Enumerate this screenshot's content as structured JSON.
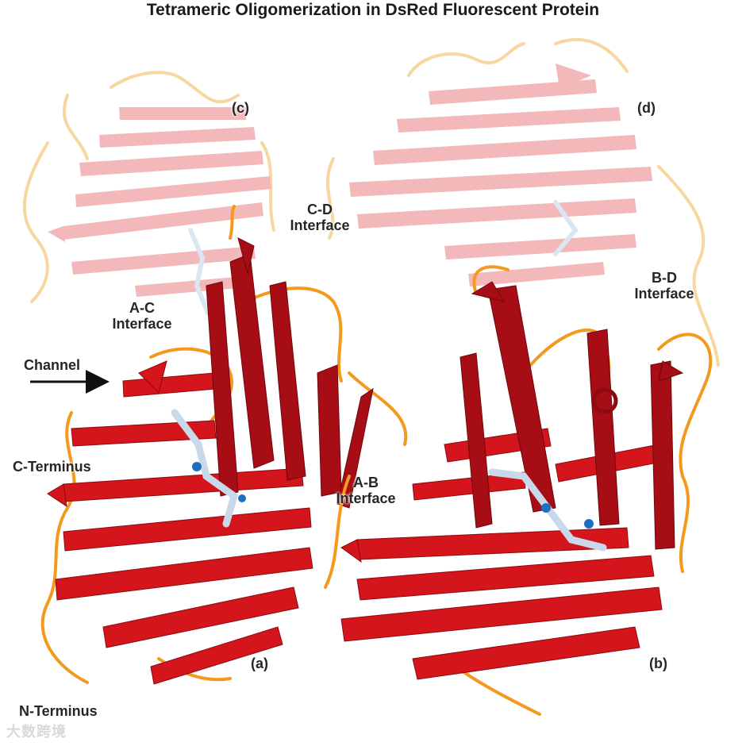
{
  "title": "Tetrameric Oligomerization in DsRed Fluorescent Protein",
  "labels": {
    "c": "(c)",
    "d": "(d)",
    "a": "(a)",
    "b": "(b)",
    "cd_interface": "C-D\nInterface",
    "ac_interface": "A-C\nInterface",
    "bd_interface": "B-D\nInterface",
    "ab_interface": "A-B\nInterface",
    "channel": "Channel",
    "c_terminus": "C-Terminus",
    "n_terminus": "N-Terminus"
  },
  "watermark": "大数跨境",
  "colors": {
    "strand": "#d4151b",
    "strand_dark": "#8e0a10",
    "strand_faded": "#f2b8ba",
    "loop": "#f39a1e",
    "loop_faded": "#f8d6a0",
    "chromophore": "#c9d9ea",
    "chromophore_blue": "#1f6fc0"
  }
}
